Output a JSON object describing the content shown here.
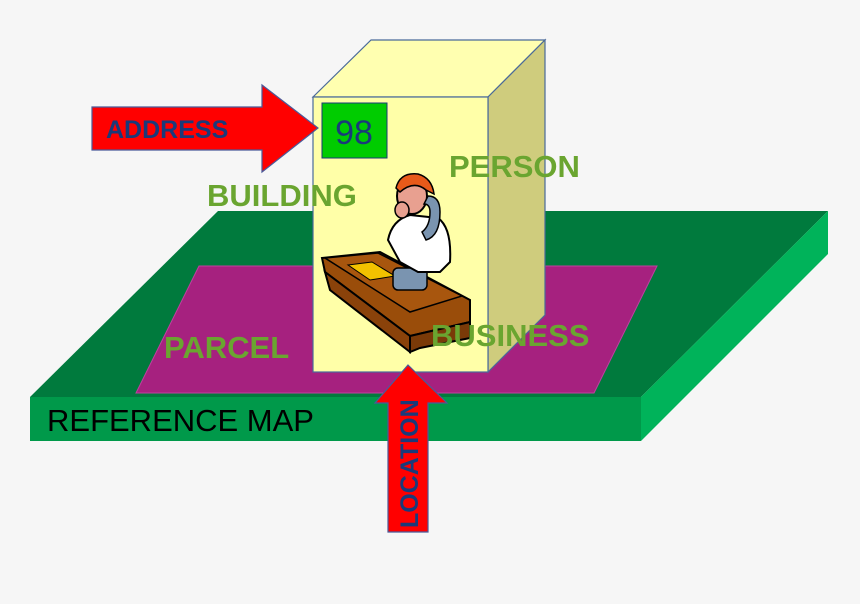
{
  "diagram": {
    "type": "isometric-concept-diagram",
    "colors": {
      "background": "#f6f6f6",
      "map_top": "#007a3d",
      "map_front": "#00994a",
      "map_side": "#00b35a",
      "parcel": "#a6217f",
      "building_front": "#ffffa8",
      "building_top": "#ffffb0",
      "building_side": "#cfcc7d",
      "address_box": "#00cc00",
      "arrow_fill": "#ff0000",
      "arrow_text": "#1a3a7a",
      "label_green": "#6aa530"
    },
    "labels": {
      "reference_map": "REFERENCE MAP",
      "parcel": "PARCEL",
      "building": "BUILDING",
      "person": "PERSON",
      "business": "BUSINESS",
      "address": "ADDRESS",
      "location": "LOCATION",
      "address_number": "98"
    },
    "icons": {
      "clipart": "person-at-desk-on-phone-icon"
    }
  }
}
